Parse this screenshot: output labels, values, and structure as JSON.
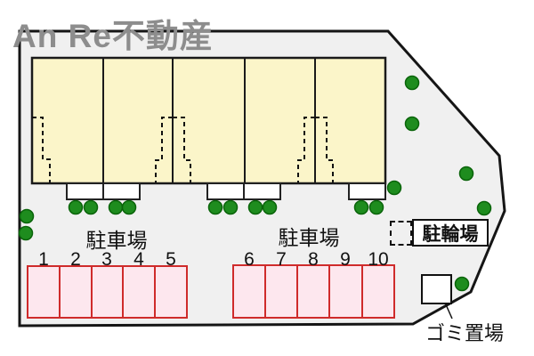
{
  "title": "An Re不動産",
  "colors": {
    "site_fill": "#f0f0f0",
    "boundary": "#151515",
    "building_fill": "#fbf5c9",
    "building_stroke": "#1a1a1a",
    "porch_fill": "#ffffff",
    "stall_fill": "#fde7ee",
    "stall_stroke": "#cf2b2b",
    "tree_fill": "#1e8c1e",
    "tree_stroke": "#0a640a",
    "title_color": "#8d8d8d",
    "text_color": "#111111"
  },
  "building": {
    "units": 5
  },
  "parking_left": {
    "label": "駐車場",
    "numbers": [
      "1",
      "2",
      "3",
      "4",
      "5"
    ]
  },
  "parking_right": {
    "label": "駐車場",
    "numbers": [
      "6",
      "7",
      "8",
      "9",
      "10"
    ]
  },
  "bicycle_parking": {
    "label": "駐輪場"
  },
  "garbage_area": {
    "label": "ゴミ置場"
  },
  "trees_count": 18
}
